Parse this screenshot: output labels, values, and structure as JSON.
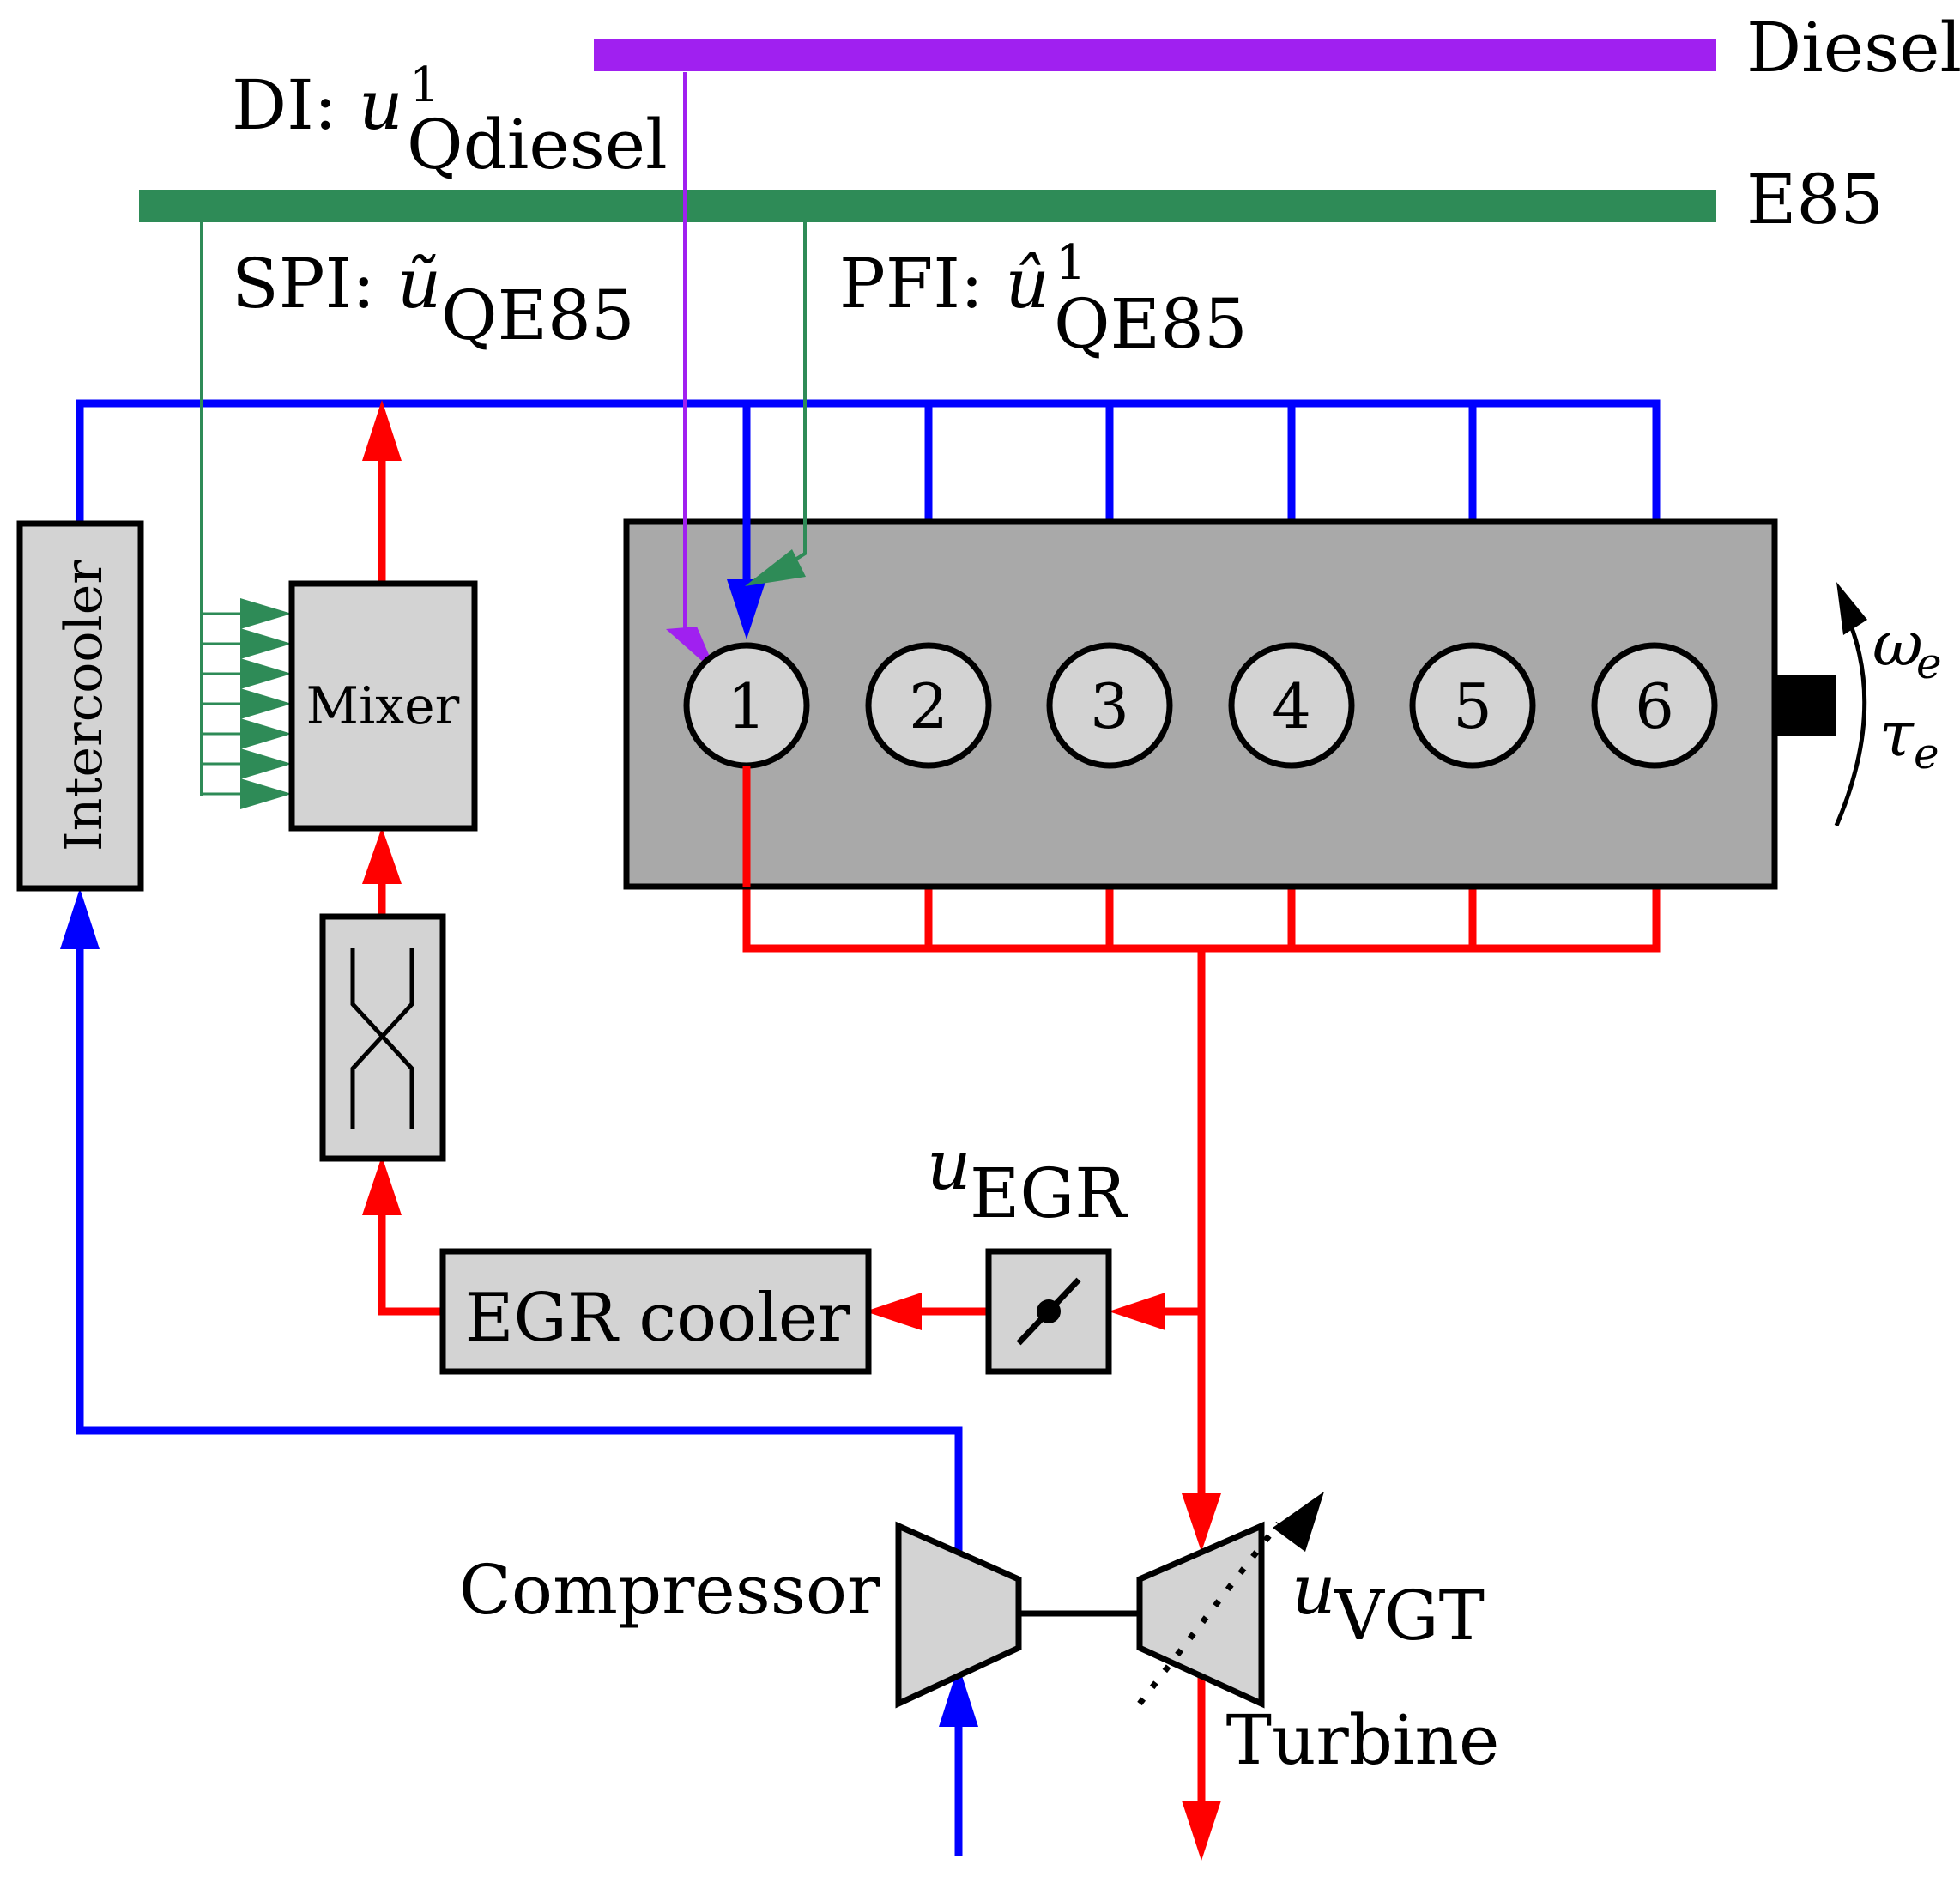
{
  "fuels": {
    "diesel": "Diesel",
    "e85": "E85"
  },
  "injection": {
    "di_prefix": "DI: ",
    "di_var": "u",
    "di_sup": "1",
    "di_sub": "Qdiesel",
    "spi_prefix": "SPI: ",
    "spi_var": "ũ",
    "spi_sub": "QE85",
    "pfi_prefix": "PFI: ",
    "pfi_var": "û",
    "pfi_sup": "1",
    "pfi_sub": "QE85"
  },
  "components": {
    "intercooler": "Intercooler",
    "mixer": "Mixer",
    "egr_cooler": "EGR cooler",
    "compressor": "Compressor",
    "turbine": "Turbine"
  },
  "cylinders": [
    "1",
    "2",
    "3",
    "4",
    "5",
    "6"
  ],
  "controls": {
    "egr_var": "u",
    "egr_sub": "EGR",
    "vgt_var": "u",
    "vgt_sub": "VGT",
    "omega_var": "ω",
    "omega_sub": "e",
    "tau_var": "τ",
    "tau_sub": "e"
  },
  "colors": {
    "diesel": "#a020f0",
    "e85": "#2e8b57",
    "intake_air": "#0000ff",
    "exhaust_gas": "#ff0000",
    "component_fill": "#d3d3d3",
    "engine_block_fill": "#a9a9a9"
  }
}
